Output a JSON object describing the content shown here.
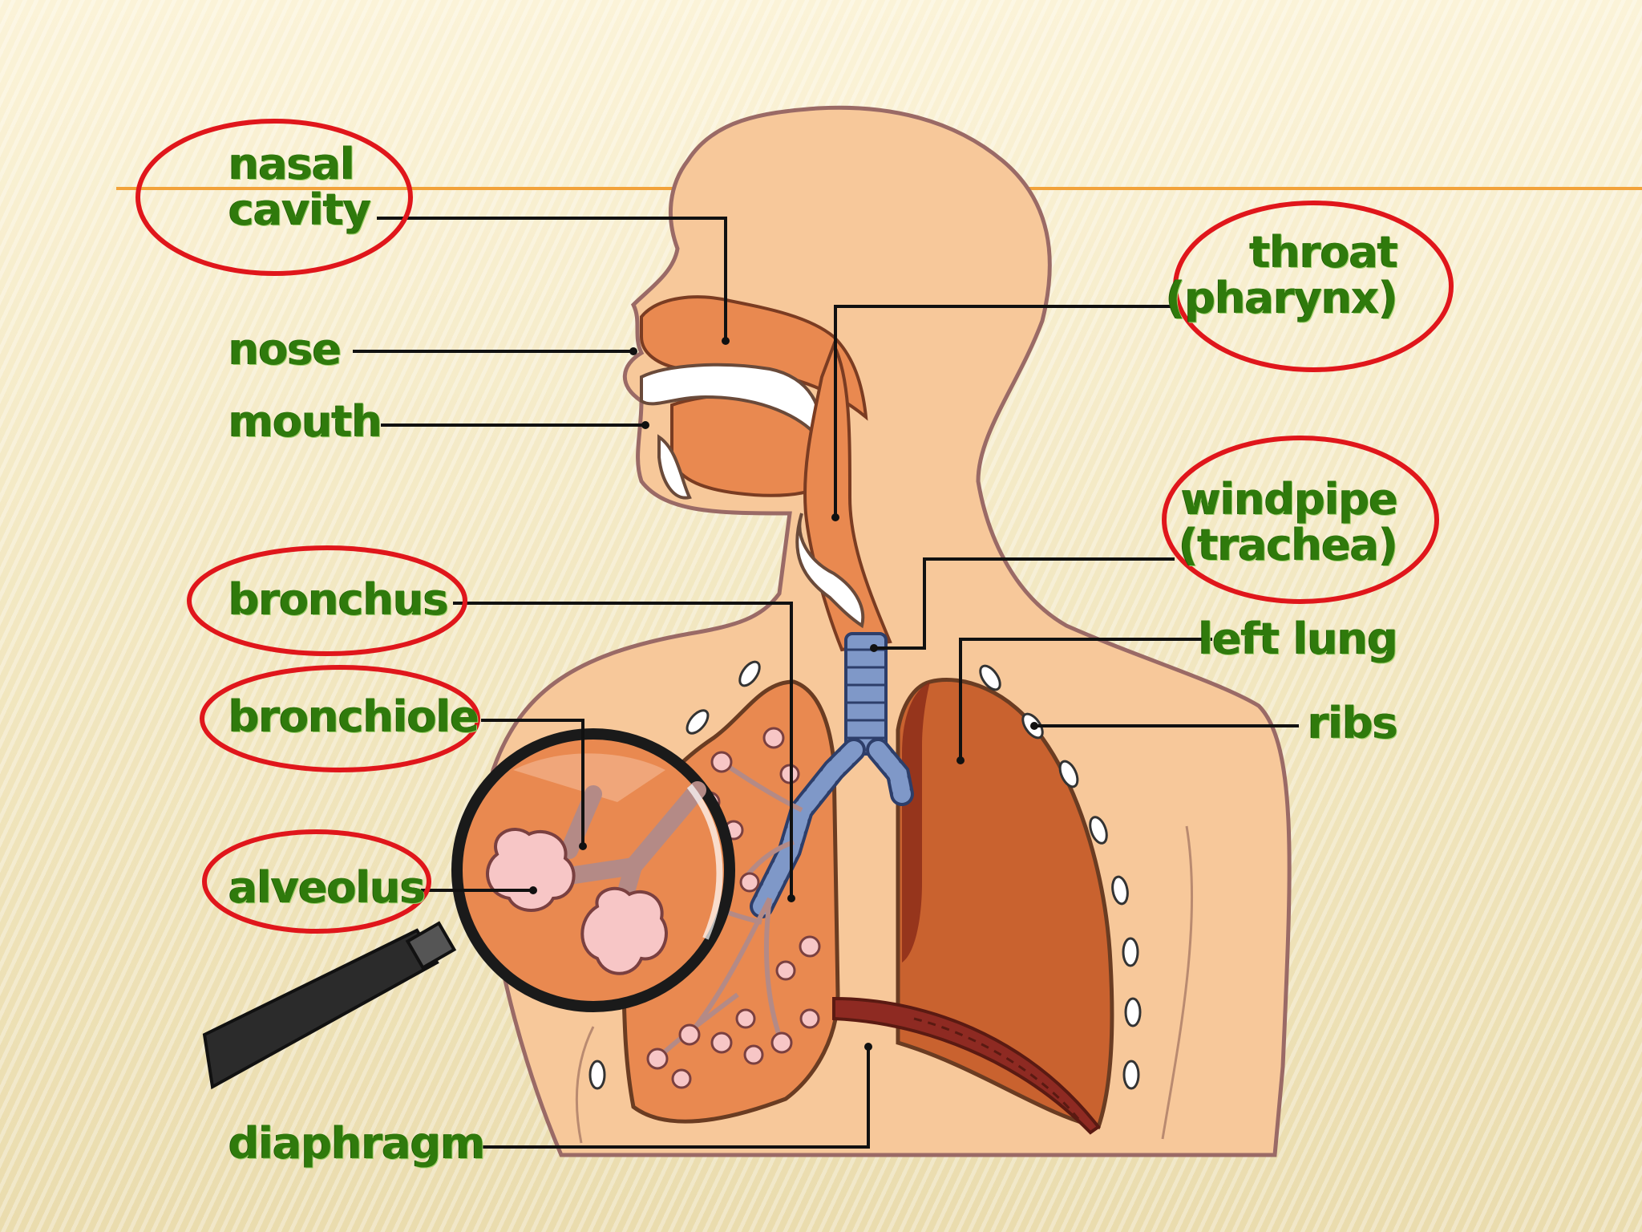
{
  "colors": {
    "label_text": "#2f7a0c",
    "highlight_ring": "#e0161b",
    "accent_line": "#f2a23a",
    "skin": "#f7c89a",
    "organ": "#e98950",
    "lung": "#c9622f",
    "trachea": "#7f98c8",
    "alveolus": "#f7c6c6"
  },
  "labels": {
    "nasal_cavity": [
      "nasal",
      "cavity"
    ],
    "nose": "nose",
    "mouth": "mouth",
    "bronchus": "bronchus",
    "bronchiole": "bronchiole",
    "alveolus": "alveolus",
    "diaphragm": "diaphragm",
    "throat": [
      "throat",
      "(pharynx)"
    ],
    "windpipe": [
      "windpipe",
      "(trachea)"
    ],
    "left_lung": "left lung",
    "ribs": "ribs"
  },
  "highlighted": [
    "nasal_cavity",
    "bronchus",
    "bronchiole",
    "alveolus",
    "throat",
    "windpipe"
  ],
  "icons": {
    "magnifier": "magnifying-glass-icon"
  }
}
